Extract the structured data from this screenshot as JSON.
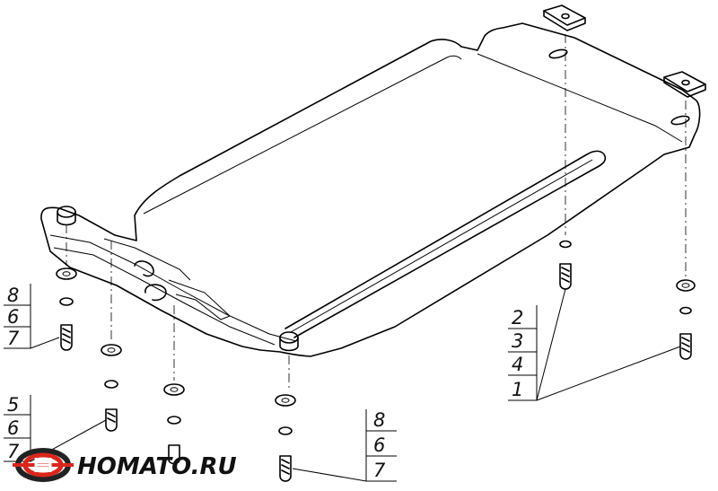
{
  "callouts": {
    "left_top": [
      "8",
      "6",
      "7"
    ],
    "left_bottom": [
      "5",
      "6",
      "7"
    ],
    "center_bottom": [
      "8",
      "6",
      "7"
    ],
    "right": [
      "2",
      "3",
      "4",
      "1"
    ]
  },
  "logo": {
    "text": "HOMATO.RU",
    "colors": {
      "ring": "#d9261c",
      "ring_dark": "#222222",
      "text": "#111111"
    }
  }
}
